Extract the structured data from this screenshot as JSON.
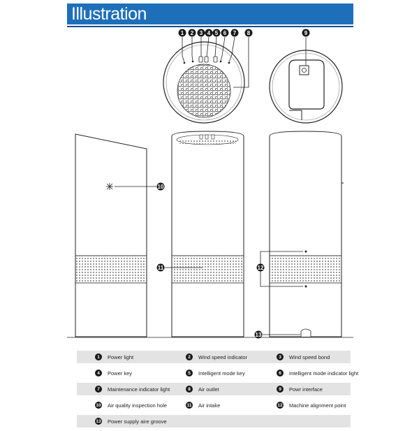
{
  "header": {
    "title": "Illustration"
  },
  "callouts": {
    "c1": "1",
    "c2": "2",
    "c3": "3",
    "c4": "4",
    "c5": "5",
    "c6": "6",
    "c7": "7",
    "c8": "8",
    "c9": "9",
    "c10": "10",
    "c11": "11",
    "c12": "12",
    "c13": "13"
  },
  "legend": [
    [
      {
        "num": "1",
        "label": "Power light"
      },
      {
        "num": "2",
        "label": "Wind speed indicator"
      },
      {
        "num": "3",
        "label": "Wind speed bond"
      }
    ],
    [
      {
        "num": "4",
        "label": "Power key"
      },
      {
        "num": "5",
        "label": "Intelligent mode key"
      },
      {
        "num": "6",
        "label": "Intelligent mode indicator light"
      }
    ],
    [
      {
        "num": "7",
        "label": "Maintenance indicator light"
      },
      {
        "num": "8",
        "label": "Air outlet"
      },
      {
        "num": "9",
        "label": "Powr interface"
      }
    ],
    [
      {
        "num": "10",
        "label": "Air quality inspection hole"
      },
      {
        "num": "11",
        "label": "Air intake"
      },
      {
        "num": "12",
        "label": "Machine alignment point"
      }
    ],
    [
      {
        "num": "13",
        "label": "Power supply aire groove"
      }
    ]
  ],
  "colors": {
    "header_bg": "#1e6fba",
    "legend_shade": "#e3e3e3",
    "line": "#1a1a1a"
  }
}
